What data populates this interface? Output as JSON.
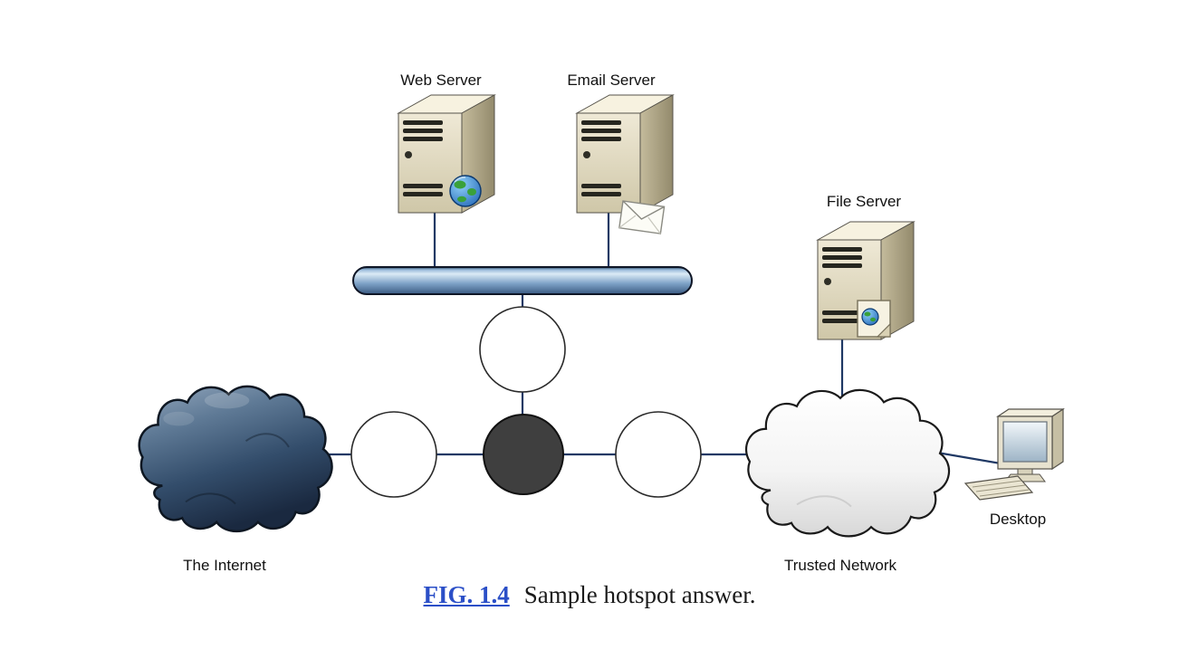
{
  "figure": {
    "caption": {
      "label": "FIG. 1.4",
      "text": "Sample hotspot answer."
    }
  },
  "diagram": {
    "nodes": {
      "web_server": {
        "label": "Web Server",
        "type": "server",
        "icon": "server-tower-with-globe"
      },
      "email_server": {
        "label": "Email Server",
        "type": "server",
        "icon": "server-tower-with-envelope"
      },
      "file_server": {
        "label": "File Server",
        "type": "server",
        "icon": "server-tower-with-document"
      },
      "internet": {
        "label": "The Internet",
        "type": "cloud",
        "style": "dark"
      },
      "trusted_network": {
        "label": "Trusted Network",
        "type": "cloud",
        "style": "light"
      },
      "desktop": {
        "label": "Desktop",
        "type": "workstation",
        "icon": "desktop-computer"
      }
    },
    "bus": {
      "type": "network-backbone"
    },
    "hotspots": [
      {
        "id": "top",
        "state": "unselected"
      },
      {
        "id": "left",
        "state": "unselected"
      },
      {
        "id": "center",
        "state": "selected"
      },
      {
        "id": "right",
        "state": "unselected"
      }
    ]
  },
  "colors": {
    "caption_link": "#2b4fc7",
    "hotspot_selected_fill": "#3f3f3f",
    "hotspot_unselected_fill": "#ffffff",
    "connector": "#1f3864",
    "bus_highlight": "#dcebf6",
    "bus_shadow": "#3a5a82",
    "internet_cloud_dark": "#1a2940",
    "trusted_cloud_light": "#ffffff",
    "server_body": "#e6e0c8"
  }
}
